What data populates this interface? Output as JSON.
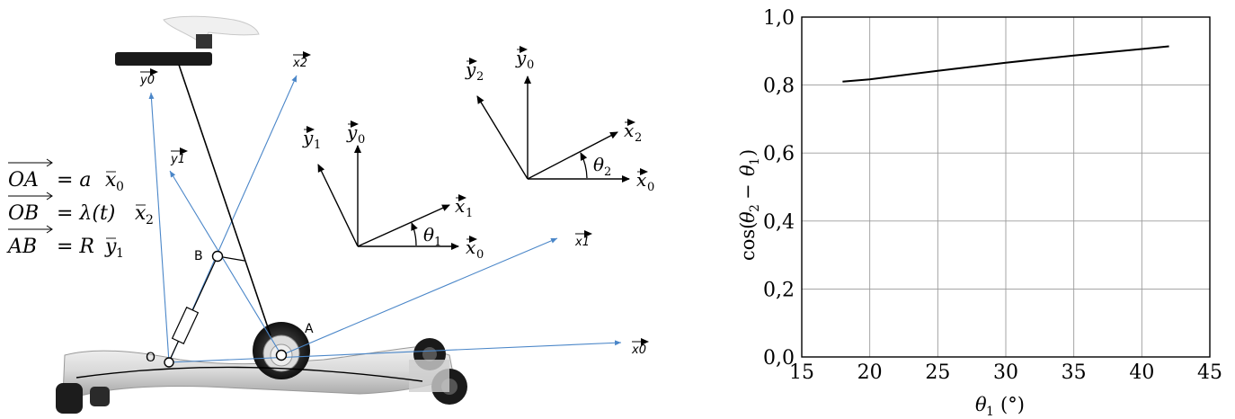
{
  "diagram": {
    "frame_labels": {
      "blue_y0": "y0",
      "blue_x2": "x2",
      "blue_y1": "y1",
      "blue_x1": "x1",
      "blue_x0": "x0"
    },
    "points": {
      "O": "O",
      "A": "A",
      "B": "B"
    },
    "equations": {
      "eq1_lhs": "OA",
      "eq1_rhs": "= a",
      "eq2_lhs": "OB",
      "eq2_rhs": "= λ(t)",
      "eq3_lhs": "AB",
      "eq3_rhs": "= R"
    },
    "vector_letters": {
      "x": "x",
      "y": "y"
    },
    "frame1": {
      "y1": "1",
      "y0": "0",
      "x1": "1",
      "x0": "0",
      "angle": "θ",
      "angle_sub": "1"
    },
    "frame2": {
      "y2": "2",
      "y0": "0",
      "x2": "2",
      "x0": "0",
      "angle": "θ",
      "angle_sub": "2"
    },
    "colors": {
      "blue_lines": "#4a86c8",
      "black": "#000000",
      "grid": "#9a9a9a"
    }
  },
  "chart_data": {
    "type": "line",
    "x": [
      18,
      20,
      25,
      30,
      35,
      40,
      42
    ],
    "series": [
      {
        "values": [
          0.81,
          0.817,
          0.842,
          0.866,
          0.887,
          0.906,
          0.914
        ]
      }
    ],
    "xlim": [
      15,
      45
    ],
    "ylim": [
      0.0,
      1.0
    ],
    "xticks": [
      "15",
      "20",
      "25",
      "30",
      "35",
      "40",
      "45"
    ],
    "yticks": [
      "0,0",
      "0,2",
      "0,4",
      "0,6",
      "0,8",
      "1,0"
    ],
    "xlabel": "θ1 (°)",
    "ylabel": "cos(θ2 − θ1)",
    "grid": true
  }
}
